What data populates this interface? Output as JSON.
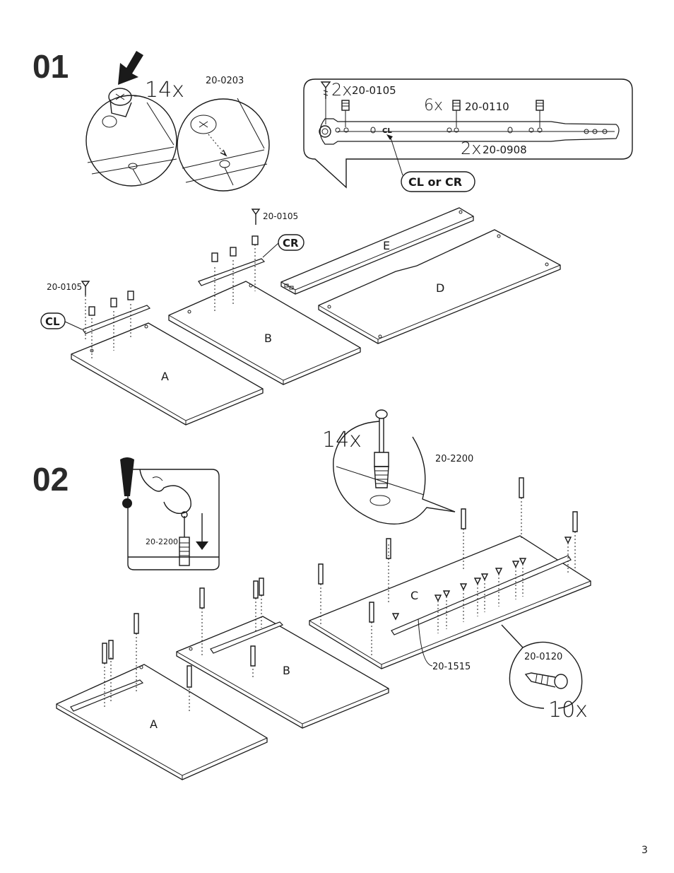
{
  "page_number": "3",
  "step1": {
    "number": "01",
    "cam_qty": "14x",
    "cam_code": "20-0203",
    "callout": {
      "screw_qty": "2x",
      "screw_code": "20-0105",
      "pin_qty": "6x",
      "pin_code": "20-0110",
      "slide_qty": "2x",
      "slide_code": "20-0908",
      "slide_mark": "CL",
      "tag": "CL or CR"
    },
    "screw_code_left": "20-0105",
    "screw_code_right": "20-0105",
    "tag_left": "CL",
    "tag_right": "CR",
    "panels": [
      "A",
      "B",
      "E",
      "D"
    ]
  },
  "step2": {
    "number": "02",
    "dowel_qty": "14x",
    "dowel_code": "20-2200",
    "inset_code": "20-2200",
    "rail_code": "20-1515",
    "screw_code": "20-0120",
    "screw_qty": "10x",
    "panels": [
      "A",
      "B",
      "C"
    ]
  },
  "icons": [
    "down-arrow-icon",
    "cam-lock-icon",
    "screw-icon",
    "pin-icon",
    "dowel-icon",
    "exclamation-icon",
    "hand-icon"
  ]
}
